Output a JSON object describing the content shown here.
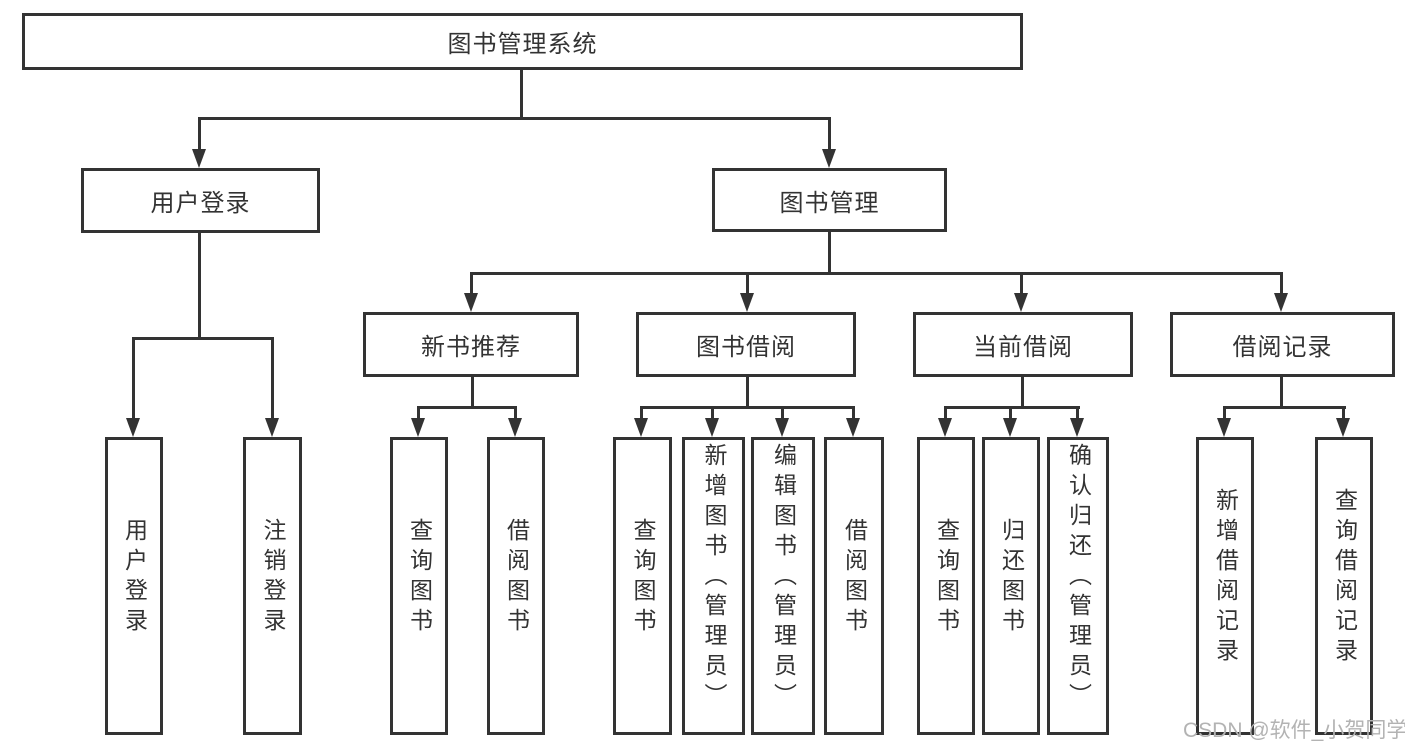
{
  "diagram": {
    "type": "tree",
    "title": "图书管理系统"
  },
  "tree": {
    "root": {
      "label": "图书管理系统",
      "children": [
        {
          "label": "用户登录",
          "children": [
            {
              "label": "用户登录"
            },
            {
              "label": "注销登录"
            }
          ]
        },
        {
          "label": "图书管理",
          "children": [
            {
              "label": "新书推荐",
              "children": [
                {
                  "label": "查询图书"
                },
                {
                  "label": "借阅图书"
                }
              ]
            },
            {
              "label": "图书借阅",
              "children": [
                {
                  "label": "查询图书"
                },
                {
                  "label": "新增图书（管理员）"
                },
                {
                  "label": "编辑图书（管理员）"
                },
                {
                  "label": "借阅图书"
                }
              ]
            },
            {
              "label": "当前借阅",
              "children": [
                {
                  "label": "查询图书"
                },
                {
                  "label": "归还图书"
                },
                {
                  "label": "确认归还（管理员）"
                }
              ]
            },
            {
              "label": "借阅记录",
              "children": [
                {
                  "label": "新增借阅记录"
                },
                {
                  "label": "查询借阅记录"
                }
              ]
            }
          ]
        }
      ]
    }
  },
  "watermark": {
    "text": "CSDN @软件_小贺同学"
  },
  "colors": {
    "line": "#333333",
    "text": "#333333",
    "box_background": "#ffffff",
    "watermark": "#b3b3b3",
    "page_background": "#ffffff"
  }
}
